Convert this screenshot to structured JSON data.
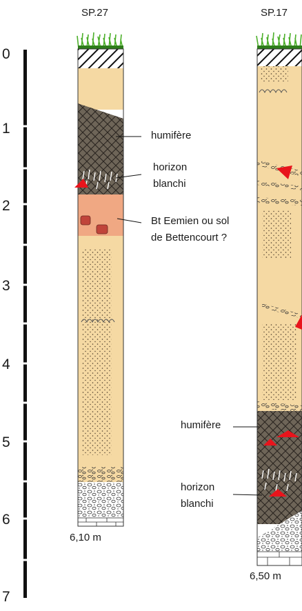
{
  "columns": [
    {
      "title": "SP.27",
      "total_depth": "6,10 m",
      "labels": {
        "humifere": "humifère",
        "blanchi_1": "horizon",
        "blanchi_2": "blanchi",
        "bt_1": "Bt Eemien ou sol",
        "bt_2": "de Bettencourt ?"
      }
    },
    {
      "title": "SP.17",
      "total_depth": "6,50 m",
      "labels": {
        "humifere": "humifère",
        "blanchi_1": "horizon",
        "blanchi_2": "blanchi"
      }
    }
  ],
  "depth_scale": {
    "ticks": [
      "0",
      "1",
      "2",
      "3",
      "4",
      "5",
      "6",
      "7"
    ]
  },
  "colors": {
    "loess": "#f5d9a3",
    "loess_pale": "#f2dcb4",
    "humic": "#6e6558",
    "bt_horizon": "#f0a883",
    "grass": "#4caf2a",
    "marker": "#e8141c"
  }
}
